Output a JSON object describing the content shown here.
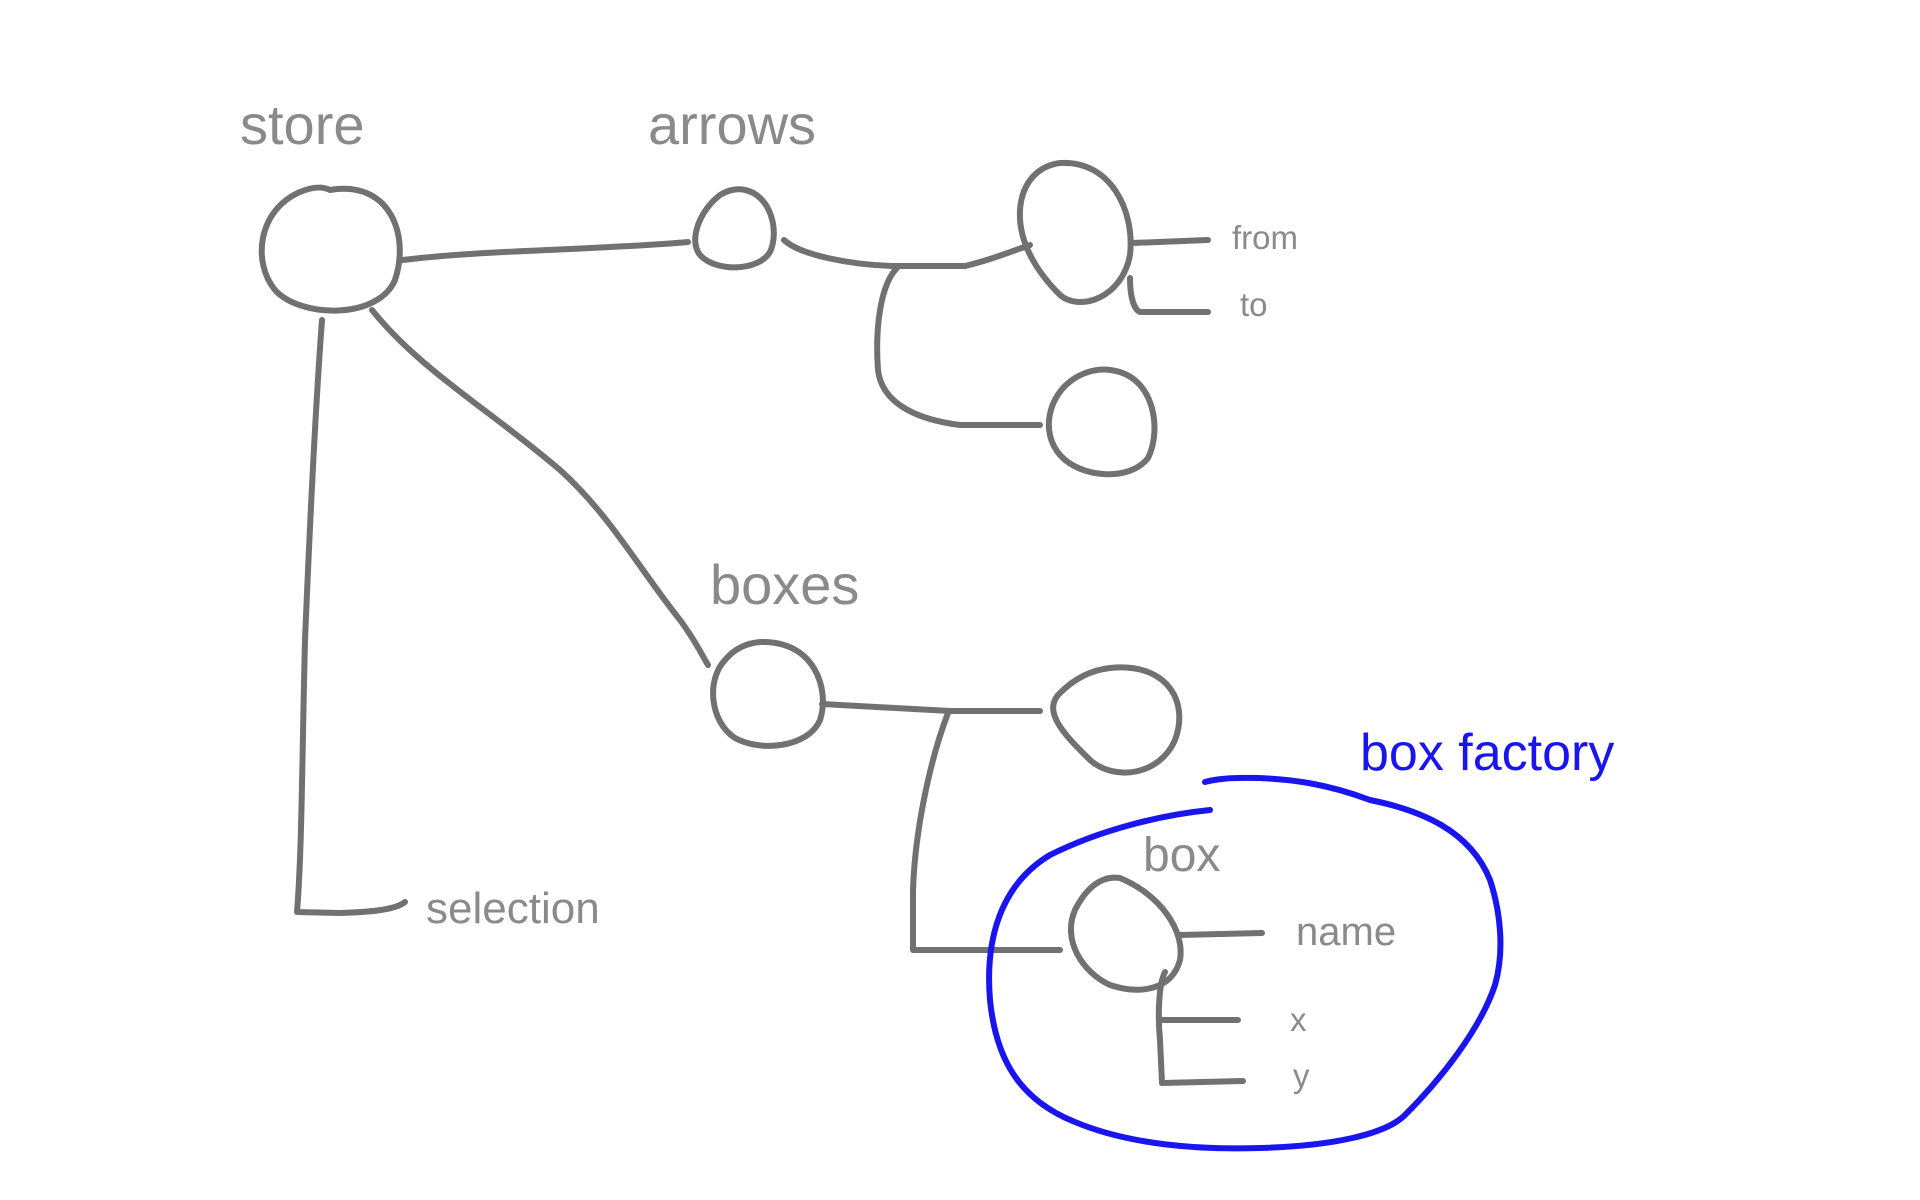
{
  "colors": {
    "stroke": "#717171",
    "label": "#8a8a8a",
    "highlight": "#1a14ee"
  },
  "labels": {
    "store": "store",
    "arrows": "arrows",
    "from": "from",
    "to": "to",
    "boxes": "boxes",
    "box_factory": "box factory",
    "box": "box",
    "name": "name",
    "x": "x",
    "y": "y",
    "selection": "selection"
  }
}
